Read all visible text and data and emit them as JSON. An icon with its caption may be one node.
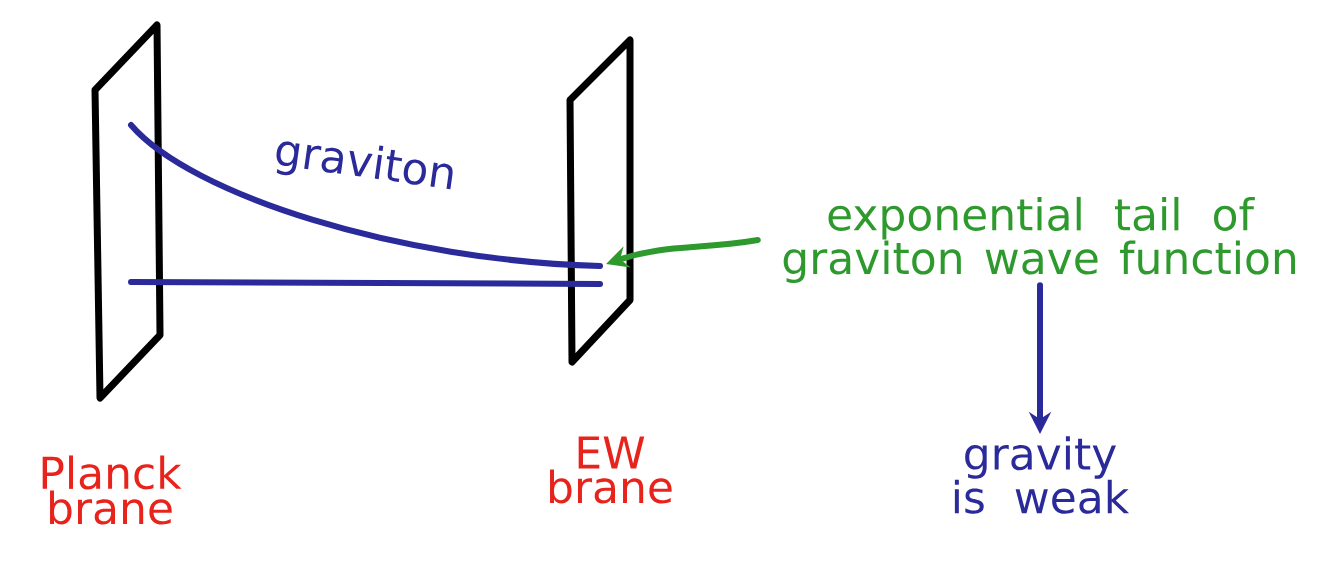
{
  "diagram": {
    "nodes": [
      {
        "text": [
          "Planck brane"
        ]
      },
      {
        "text": [
          "EW brane"
        ]
      },
      {
        "text": [
          "exponential tail of graviton wave function"
        ]
      },
      {
        "text": [
          "gravity is weak"
        ]
      }
    ],
    "edges": [
      {
        "from": 0,
        "to": 1,
        "arrow": "none",
        "label": "graviton",
        "color": "#2a2a9a"
      },
      {
        "from": 0,
        "to": 1,
        "arrow": "none",
        "color": "#2a2a9a"
      },
      {
        "from": 2,
        "to": 1,
        "arrow": "to",
        "color": "#2e9a2e"
      },
      {
        "from": 2,
        "to": 3,
        "arrow": "to",
        "color": "#2a2a9a"
      }
    ]
  }
}
